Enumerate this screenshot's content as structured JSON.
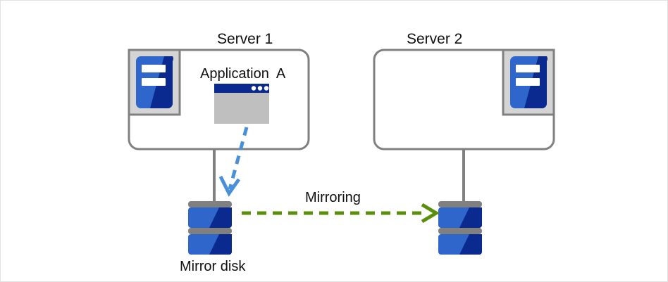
{
  "diagram": {
    "title_server1": "Server 1",
    "title_server2": "Server 2",
    "app_label": "Application  A",
    "mirroring_label": "Mirroring",
    "mirror_disk_label": "Mirror disk",
    "colors": {
      "frame_border": "#e2e2e2",
      "box_border": "#808080",
      "connector": "#808080",
      "icon_bg": "#d4d4d4",
      "icon_blue_light": "#2f66cc",
      "icon_blue_dark": "#0b2a8f",
      "icon_bar": "#ffffff",
      "window_titlebar": "#0b2a8f",
      "window_body": "#bfbfbf",
      "window_dot": "#ffffff",
      "disk_blue_light": "#2f66cc",
      "disk_blue_dark": "#0b2a8f",
      "disk_plate": "#808080",
      "arrow_write": "#4a90d9",
      "arrow_mirror": "#5a8f0c",
      "text": "#101010"
    },
    "icons": {
      "server_rack": "server-rack-icon",
      "app_window": "application-window-icon",
      "disk_stack": "disk-stack-icon",
      "write_arrow": "dashed-write-arrow-icon",
      "mirror_arrow": "dashed-mirror-arrow-icon"
    }
  }
}
